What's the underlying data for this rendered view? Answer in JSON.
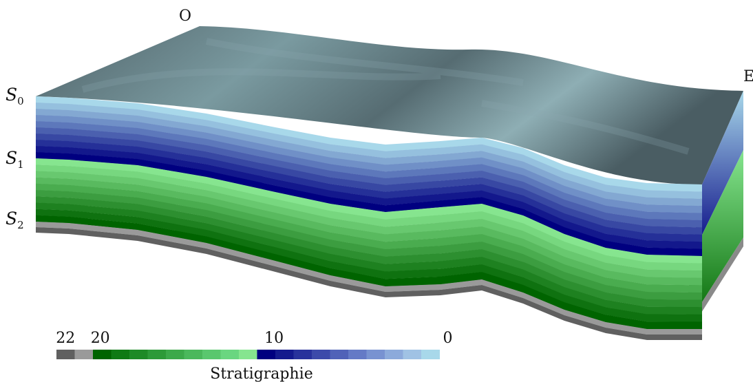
{
  "directions": {
    "west": "O",
    "east": "E"
  },
  "surfaces": [
    {
      "letter": "S",
      "index": "0"
    },
    {
      "letter": "S",
      "index": "1"
    },
    {
      "letter": "S",
      "index": "2"
    }
  ],
  "colorbar": {
    "title": "Stratigraphie",
    "ticks": [
      {
        "label": "22",
        "value": 22
      },
      {
        "label": "20",
        "value": 20
      },
      {
        "label": "10",
        "value": 10
      },
      {
        "label": "0",
        "value": 0
      }
    ],
    "colors": [
      "#606060",
      "#9a9a9a",
      "#006400",
      "#0f7a14",
      "#1e8a26",
      "#2d9a38",
      "#3ca94a",
      "#4bb85c",
      "#5ac76e",
      "#6ad680",
      "#86e58f",
      "#000080",
      "#141a8e",
      "#28329c",
      "#3c4aaa",
      "#5062b8",
      "#647ac6",
      "#7892d1",
      "#8caadb",
      "#a0c2e4",
      "#a8d8ea"
    ]
  },
  "layers": {
    "top_surface_color": "#607a82",
    "upper_unit_colors": [
      "#a8d8ea",
      "#000080"
    ],
    "lower_unit_colors": [
      "#86e58f",
      "#006400"
    ],
    "base_colors": [
      "#9a9a9a",
      "#606060"
    ]
  }
}
